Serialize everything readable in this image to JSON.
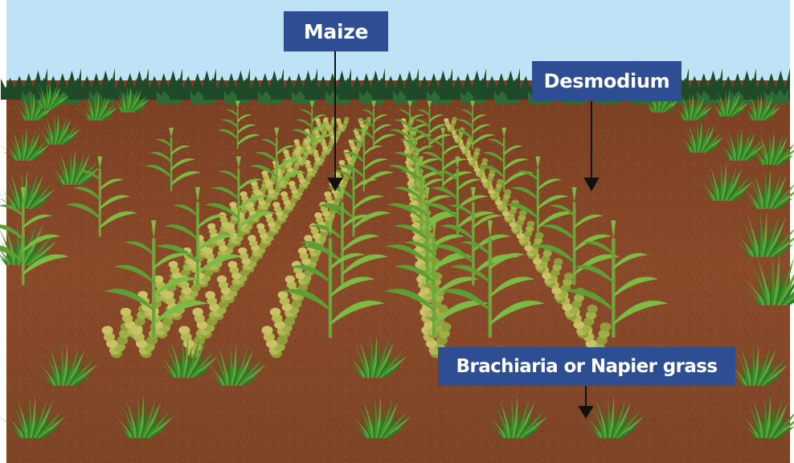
{
  "labels": {
    "maize": "Maize",
    "desmodium": "Desmodium",
    "brachiaria": "Brachiaria or Napier grass"
  },
  "colors": {
    "sky": "#bfe3f6",
    "soil": "#8a4a2a",
    "label_bg": "#2e4e93",
    "label_text": "#ffffff",
    "maize_leaf": "#6fae3c",
    "desmodium": "#a7b24a",
    "grass": "#3f8f2e",
    "border_trees": "#1f4a2a"
  }
}
